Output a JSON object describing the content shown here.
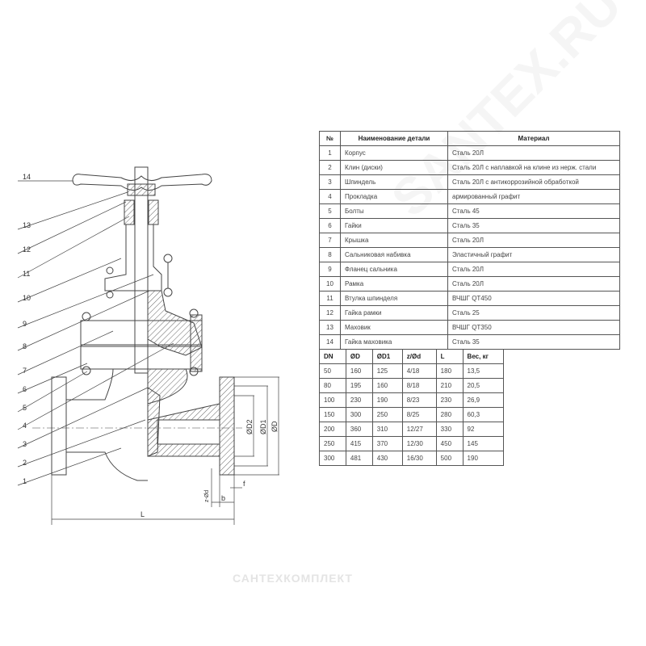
{
  "drawing": {
    "callouts": [
      "14",
      "13",
      "12",
      "11",
      "10",
      "9",
      "8",
      "7",
      "6",
      "5",
      "4",
      "3",
      "2",
      "1"
    ],
    "dimension_labels": {
      "L": "L",
      "D": "ØD",
      "D1": "ØD1",
      "D2": "ØD2",
      "b": "b",
      "f": "f",
      "zd": "z-Ød"
    }
  },
  "parts_table": {
    "headers": [
      "№",
      "Наименование детали",
      "Материал"
    ],
    "rows": [
      [
        "1",
        "Корпус",
        "Сталь 20Л"
      ],
      [
        "2",
        "Клин (диски)",
        "Сталь 20Л с наплавкой на клине из нерж. стали"
      ],
      [
        "3",
        "Шпиндель",
        "Сталь 20Л с антикоррозийной обработкой"
      ],
      [
        "4",
        "Прокладка",
        "армированный графит"
      ],
      [
        "5",
        "Болты",
        "Сталь 45"
      ],
      [
        "6",
        "Гайки",
        "Сталь 35"
      ],
      [
        "7",
        "Крышка",
        "Сталь 20Л"
      ],
      [
        "8",
        "Сальниковая набивка",
        "Эластичный графит"
      ],
      [
        "9",
        "Фланец сальника",
        "Сталь 20Л"
      ],
      [
        "10",
        "Рамка",
        "Сталь 20Л"
      ],
      [
        "11",
        "Втулка шпинделя",
        "ВЧШГ QT450"
      ],
      [
        "12",
        "Гайка рамки",
        "Сталь 25"
      ],
      [
        "13",
        "Маховик",
        "ВЧШГ QT350"
      ],
      [
        "14",
        "Гайка маховика",
        "Сталь 35"
      ]
    ]
  },
  "dims_table": {
    "headers": [
      "DN",
      "ØD",
      "ØD1",
      "z/Ød",
      "L",
      "Вес, кг"
    ],
    "rows": [
      [
        "50",
        "160",
        "125",
        "4/18",
        "180",
        "13,5"
      ],
      [
        "80",
        "195",
        "160",
        "8/18",
        "210",
        "20,5"
      ],
      [
        "100",
        "230",
        "190",
        "8/23",
        "230",
        "26,9"
      ],
      [
        "150",
        "300",
        "250",
        "8/25",
        "280",
        "60,3"
      ],
      [
        "200",
        "360",
        "310",
        "12/27",
        "330",
        "92"
      ],
      [
        "250",
        "415",
        "370",
        "12/30",
        "450",
        "145"
      ],
      [
        "300",
        "481",
        "430",
        "16/30",
        "500",
        "190"
      ]
    ]
  },
  "watermark": {
    "bottom": "САНТЕХКОМПЛЕКТ",
    "diagonal": "SANTEX.RU"
  }
}
